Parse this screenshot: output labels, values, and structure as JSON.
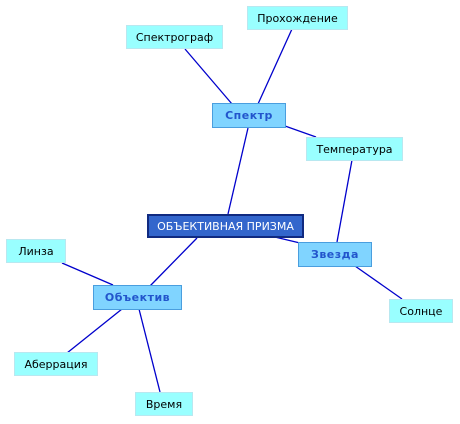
{
  "colors": {
    "line": "#0000cc",
    "center_fill": "#3366cc",
    "center_border": "#102a80",
    "topic_fill": "#80d4ff",
    "topic_text": "#2255cc",
    "leaf_fill": "#99ffff"
  },
  "nodes": {
    "center": "ОБЪЕКТИВНАЯ ПРИЗМА",
    "spektr": "Спектр",
    "zvezda": "Звезда",
    "obektiv": "Объектив",
    "spektrograf": "Спектрограф",
    "prohozhdenie": "Прохождение",
    "temperatura": "Температура",
    "solnce": "Солнце",
    "linza": "Линза",
    "aberraciya": "Аберрация",
    "vremya": "Время"
  }
}
